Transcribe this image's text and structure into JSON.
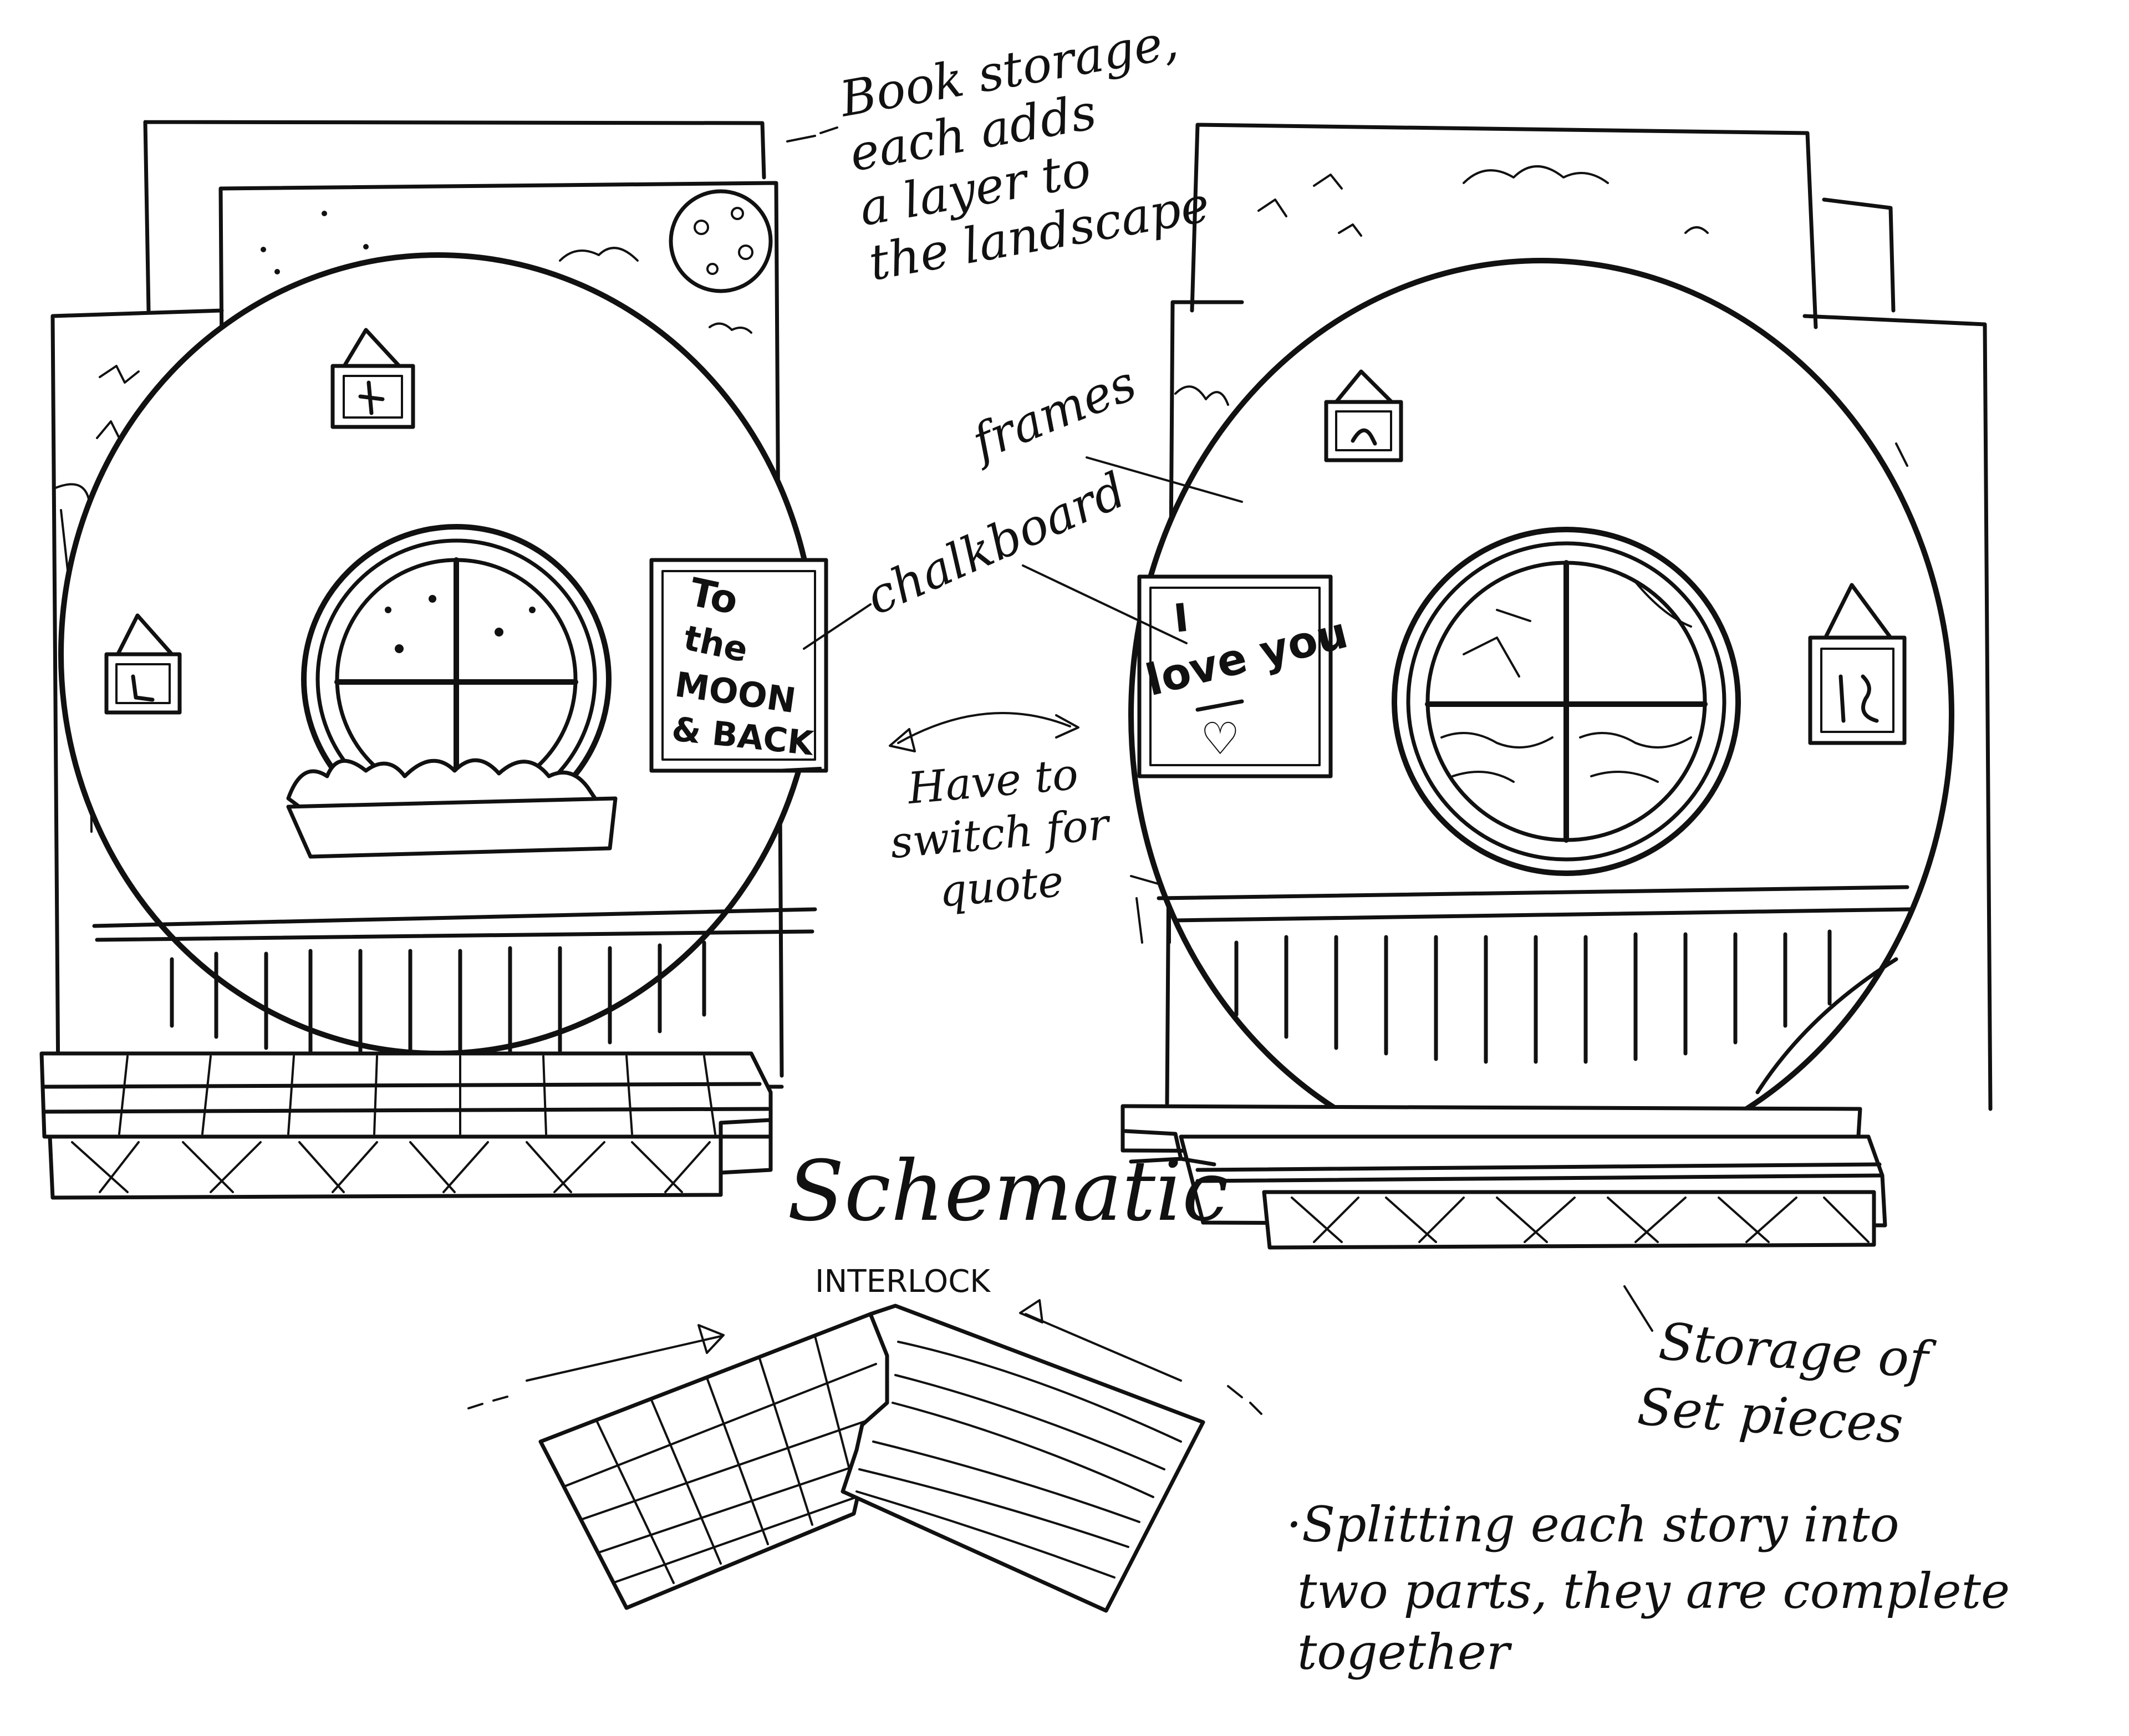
{
  "notes": {
    "book_storage": [
      "Book storage,",
      "each adds",
      "a layer to",
      "the landscape"
    ],
    "frames": "frames",
    "chalkboard": "chalkboard",
    "switch": [
      "Have to",
      "switch for",
      "quote"
    ],
    "schematic": "Schematic",
    "interlock": "INTERLOCK",
    "storage": [
      "Storage of",
      "Set pieces"
    ],
    "splitting": [
      "·Splitting each story into",
      "two parts, they are complete",
      "together"
    ]
  },
  "left_scene": {
    "chalkboard_text": [
      "To",
      "the",
      "MOON",
      "& BACK"
    ]
  },
  "right_scene": {
    "chalkboard_text": [
      "I",
      "love you"
    ]
  },
  "icons": {
    "heart": "♡"
  }
}
